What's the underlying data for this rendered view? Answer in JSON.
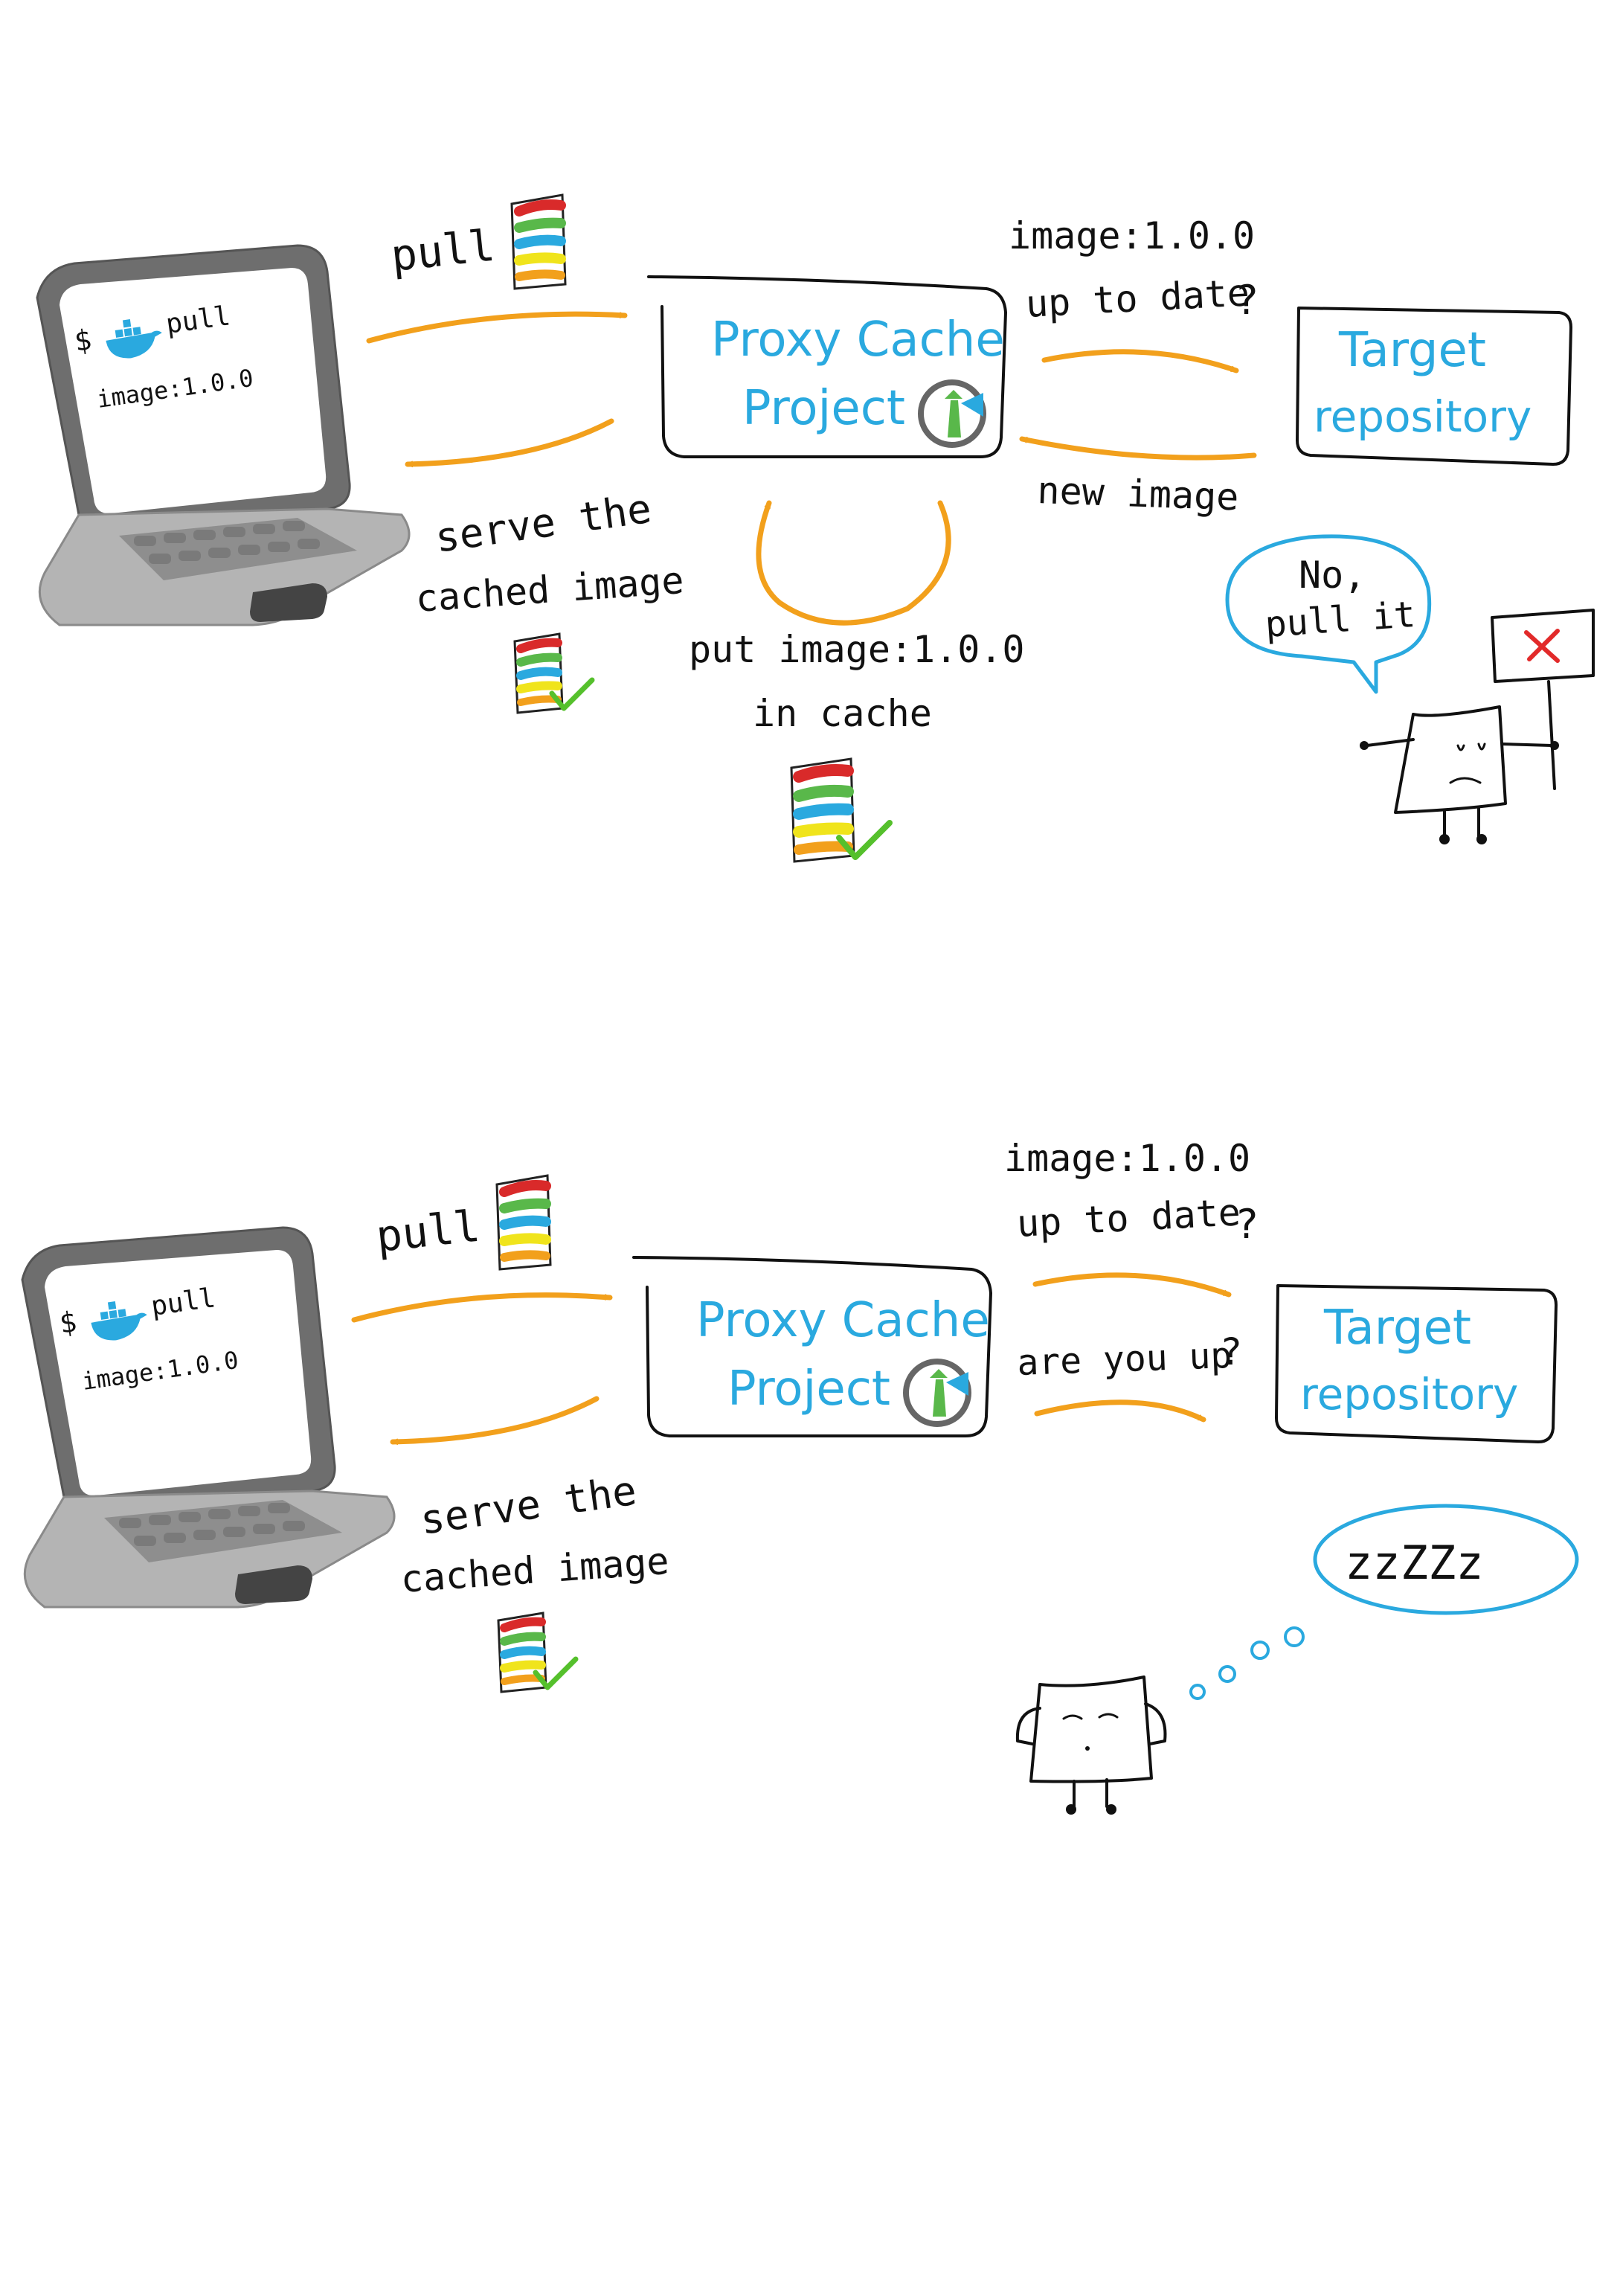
{
  "colors": {
    "arrow": "#f2a01c",
    "brand_blue": "#2aa9df",
    "reject_red": "#e22a2a",
    "ok_green": "#55c02c",
    "laptop_gray": "#9c9c9c",
    "laptop_dark": "#6e6e6e",
    "stack": [
      "#d92a2a",
      "#59b84a",
      "#2aa9df",
      "#f0e41c",
      "#f2a01c"
    ]
  },
  "icons": [
    "laptop-icon",
    "docker-whale-icon",
    "image-stack-icon",
    "check-icon",
    "lighthouse-logo-icon",
    "cross-icon",
    "flag-icon"
  ],
  "scenario_top": {
    "laptop_screen": {
      "prompt": "$",
      "command": "pull",
      "image": "image:1.0.0"
    },
    "pull_label": "pull",
    "serve_label_line1": "serve the",
    "serve_label_line2": "cached image",
    "proxy_line1": "Proxy Cache",
    "proxy_line2": "Project",
    "check_line1": "image:1.0.0",
    "check_line2": "up to date",
    "check_mark": "?",
    "new_image_label": "new image",
    "target_line1": "Target",
    "target_line2": "repository",
    "put_line1": "put image:1.0.0",
    "put_line2": "in cache",
    "bubble_line1": "No,",
    "bubble_line2": "pull it"
  },
  "scenario_bottom": {
    "laptop_screen": {
      "prompt": "$",
      "command": "pull",
      "image": "image:1.0.0"
    },
    "pull_label": "pull",
    "serve_label_line1": "serve the",
    "serve_label_line2": "cached image",
    "proxy_line1": "Proxy Cache",
    "proxy_line2": "Project",
    "check_line1": "image:1.0.0",
    "check_line2": "up to date",
    "check_mark": "?",
    "ping_label": "are you up",
    "ping_mark": "?",
    "target_line1": "Target",
    "target_line2": "repository",
    "sleep_bubble": "zzZZz"
  }
}
